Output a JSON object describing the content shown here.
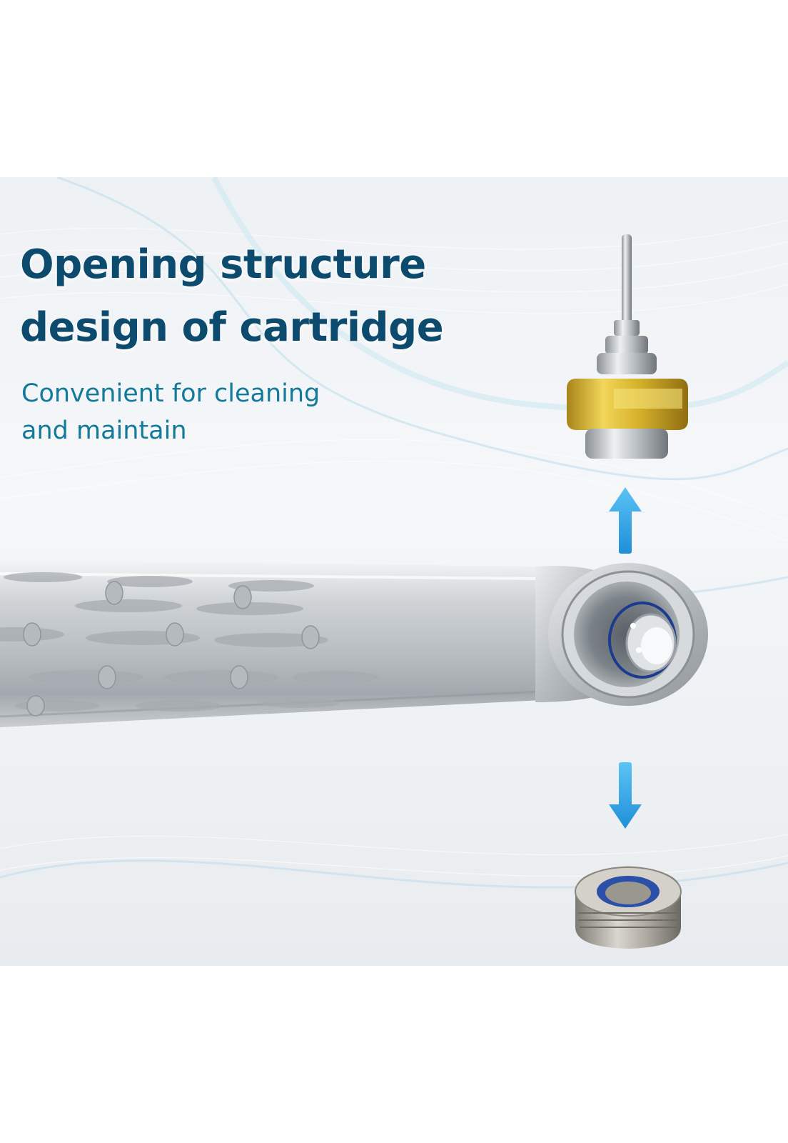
{
  "headline": {
    "line1": "Opening structure",
    "line2": "design of cartridge"
  },
  "subheadline": {
    "line1": "Convenient for cleaning",
    "line2": "and maintain"
  },
  "colors": {
    "headline": "#0d4b6e",
    "subheadline": "#137a9a",
    "arrow": "#2aa3e8",
    "gold": "#d4b02a"
  },
  "icons": [
    "arrow-up-icon",
    "arrow-down-icon"
  ]
}
